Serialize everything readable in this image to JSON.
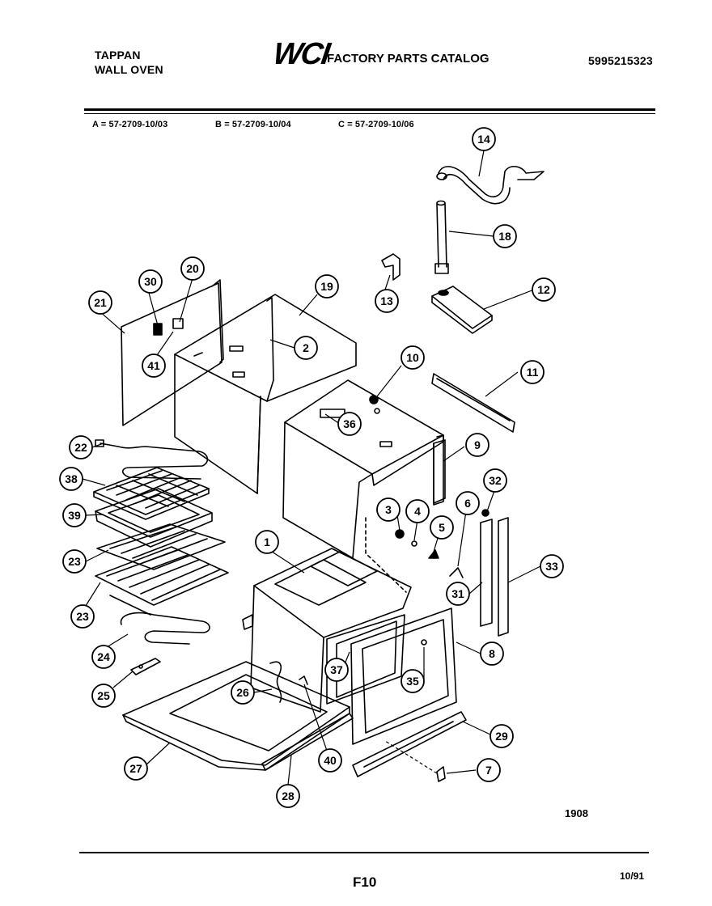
{
  "header": {
    "brand_line1": "TAPPAN",
    "brand_line2": "WALL OVEN",
    "logo_text": "WCI",
    "catalog_title": "FACTORY PARTS CATALOG",
    "catalog_number": "5995215323"
  },
  "models": {
    "a": "A = 57-2709-10/03",
    "b": "B = 57-2709-10/04",
    "c": "C = 57-2709-10/06"
  },
  "diagram": {
    "figure_code": "1908",
    "callouts": [
      "1",
      "2",
      "3",
      "4",
      "5",
      "6",
      "7",
      "8",
      "9",
      "10",
      "11",
      "12",
      "13",
      "14",
      "18",
      "19",
      "20",
      "21",
      "22",
      "23",
      "23",
      "24",
      "25",
      "26",
      "27",
      "28",
      "29",
      "30",
      "31",
      "32",
      "33",
      "35",
      "36",
      "37",
      "38",
      "39",
      "40",
      "41"
    ]
  },
  "footer": {
    "page_code": "F10",
    "date": "10/91"
  }
}
